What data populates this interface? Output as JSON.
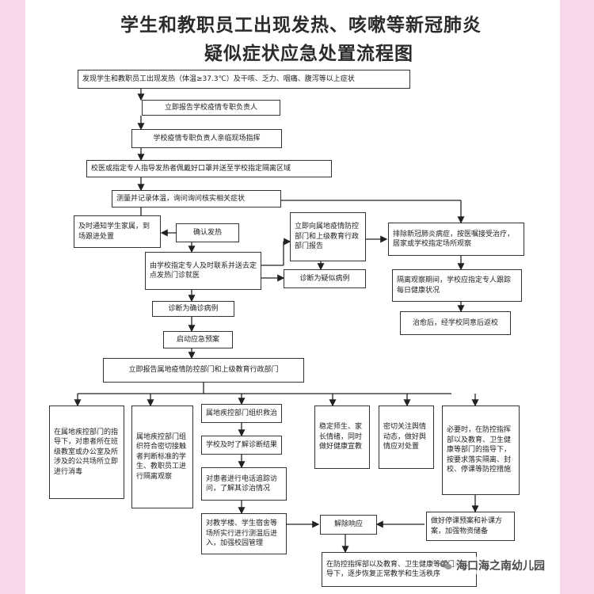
{
  "title": {
    "line1": "学生和教职员工出现发热、咳嗽等新冠肺炎",
    "line2": "疑似症状应急处置流程图"
  },
  "steps": {
    "discover": "发现学生和教职员工出现发热（体温≥37.3℃）及干咳、乏力、咽痛、腹泻等以上症状",
    "report_director": "立即报告学校疫情专职负责人",
    "director_onsite": "学校疫情专职负责人亲临现场指挥",
    "isolate": "校医或指定专人指导发热者佩戴好口罩并送至学校指定隔离区域",
    "measure": "测量并记录体温，询问询问核实相关症状",
    "notify_parents": "及时通知学生家属，到场跟进处置",
    "confirm_fever": "确认发热",
    "send_hospital": "由学校指定专人及时联系并送去定点发热门诊就医",
    "report_health_dept": "立即向属地疫情防控部门和上级教育行政部门报告",
    "suspected": "诊断为疑似病例",
    "exclude": "排除新冠肺炎病症，按医嘱接受治疗，居家或学校指定场所观察",
    "isolation_period": "隔离观察期间，学校应指定专人跟踪每日健康状况",
    "return_school": "治愈后，经学校同意后返校",
    "confirmed": "诊断为确诊病例",
    "start_plan": "启动应急预案",
    "report_all": "立即报告属地疫情防控部门和上级教育行政部门"
  },
  "actions": {
    "disinfect": "在属地疾控部门的指导下，对患者所在班级教室或办公室及所涉及的公共场所立即进行消毒",
    "observe": "属地疾控部门组织符合密切接触者判断标准的学生、教职员工进行隔离观察",
    "cdc_rescue": "属地疾控部门组织救治",
    "calm": "稳定师生、家长情绪，同时做好健康宣教",
    "media": "密切关注舆情动态，做好舆情应对处置",
    "suspend": "必要时，在防控指挥部以及教育、卫生健康等部门的指导下，按要求落实隔离、封校、停课等防控措施"
  },
  "follow": {
    "school_result": "学校及时了解诊断结果",
    "phone_follow": "对患者进行电话追踪访问，了解其诊治情况",
    "inspect": "对教学楼、学生宿舍等场所实行进行测温后进入，加强校园管理",
    "release": "解除响应",
    "prepare": "做好停课预案和补课方案，加强物资储备",
    "resume": "在防控指挥部以及教育、卫生健康等部门的指导下，逐步恢复正常教学和生活秩序"
  },
  "watermark": "海口海之南幼儿园"
}
